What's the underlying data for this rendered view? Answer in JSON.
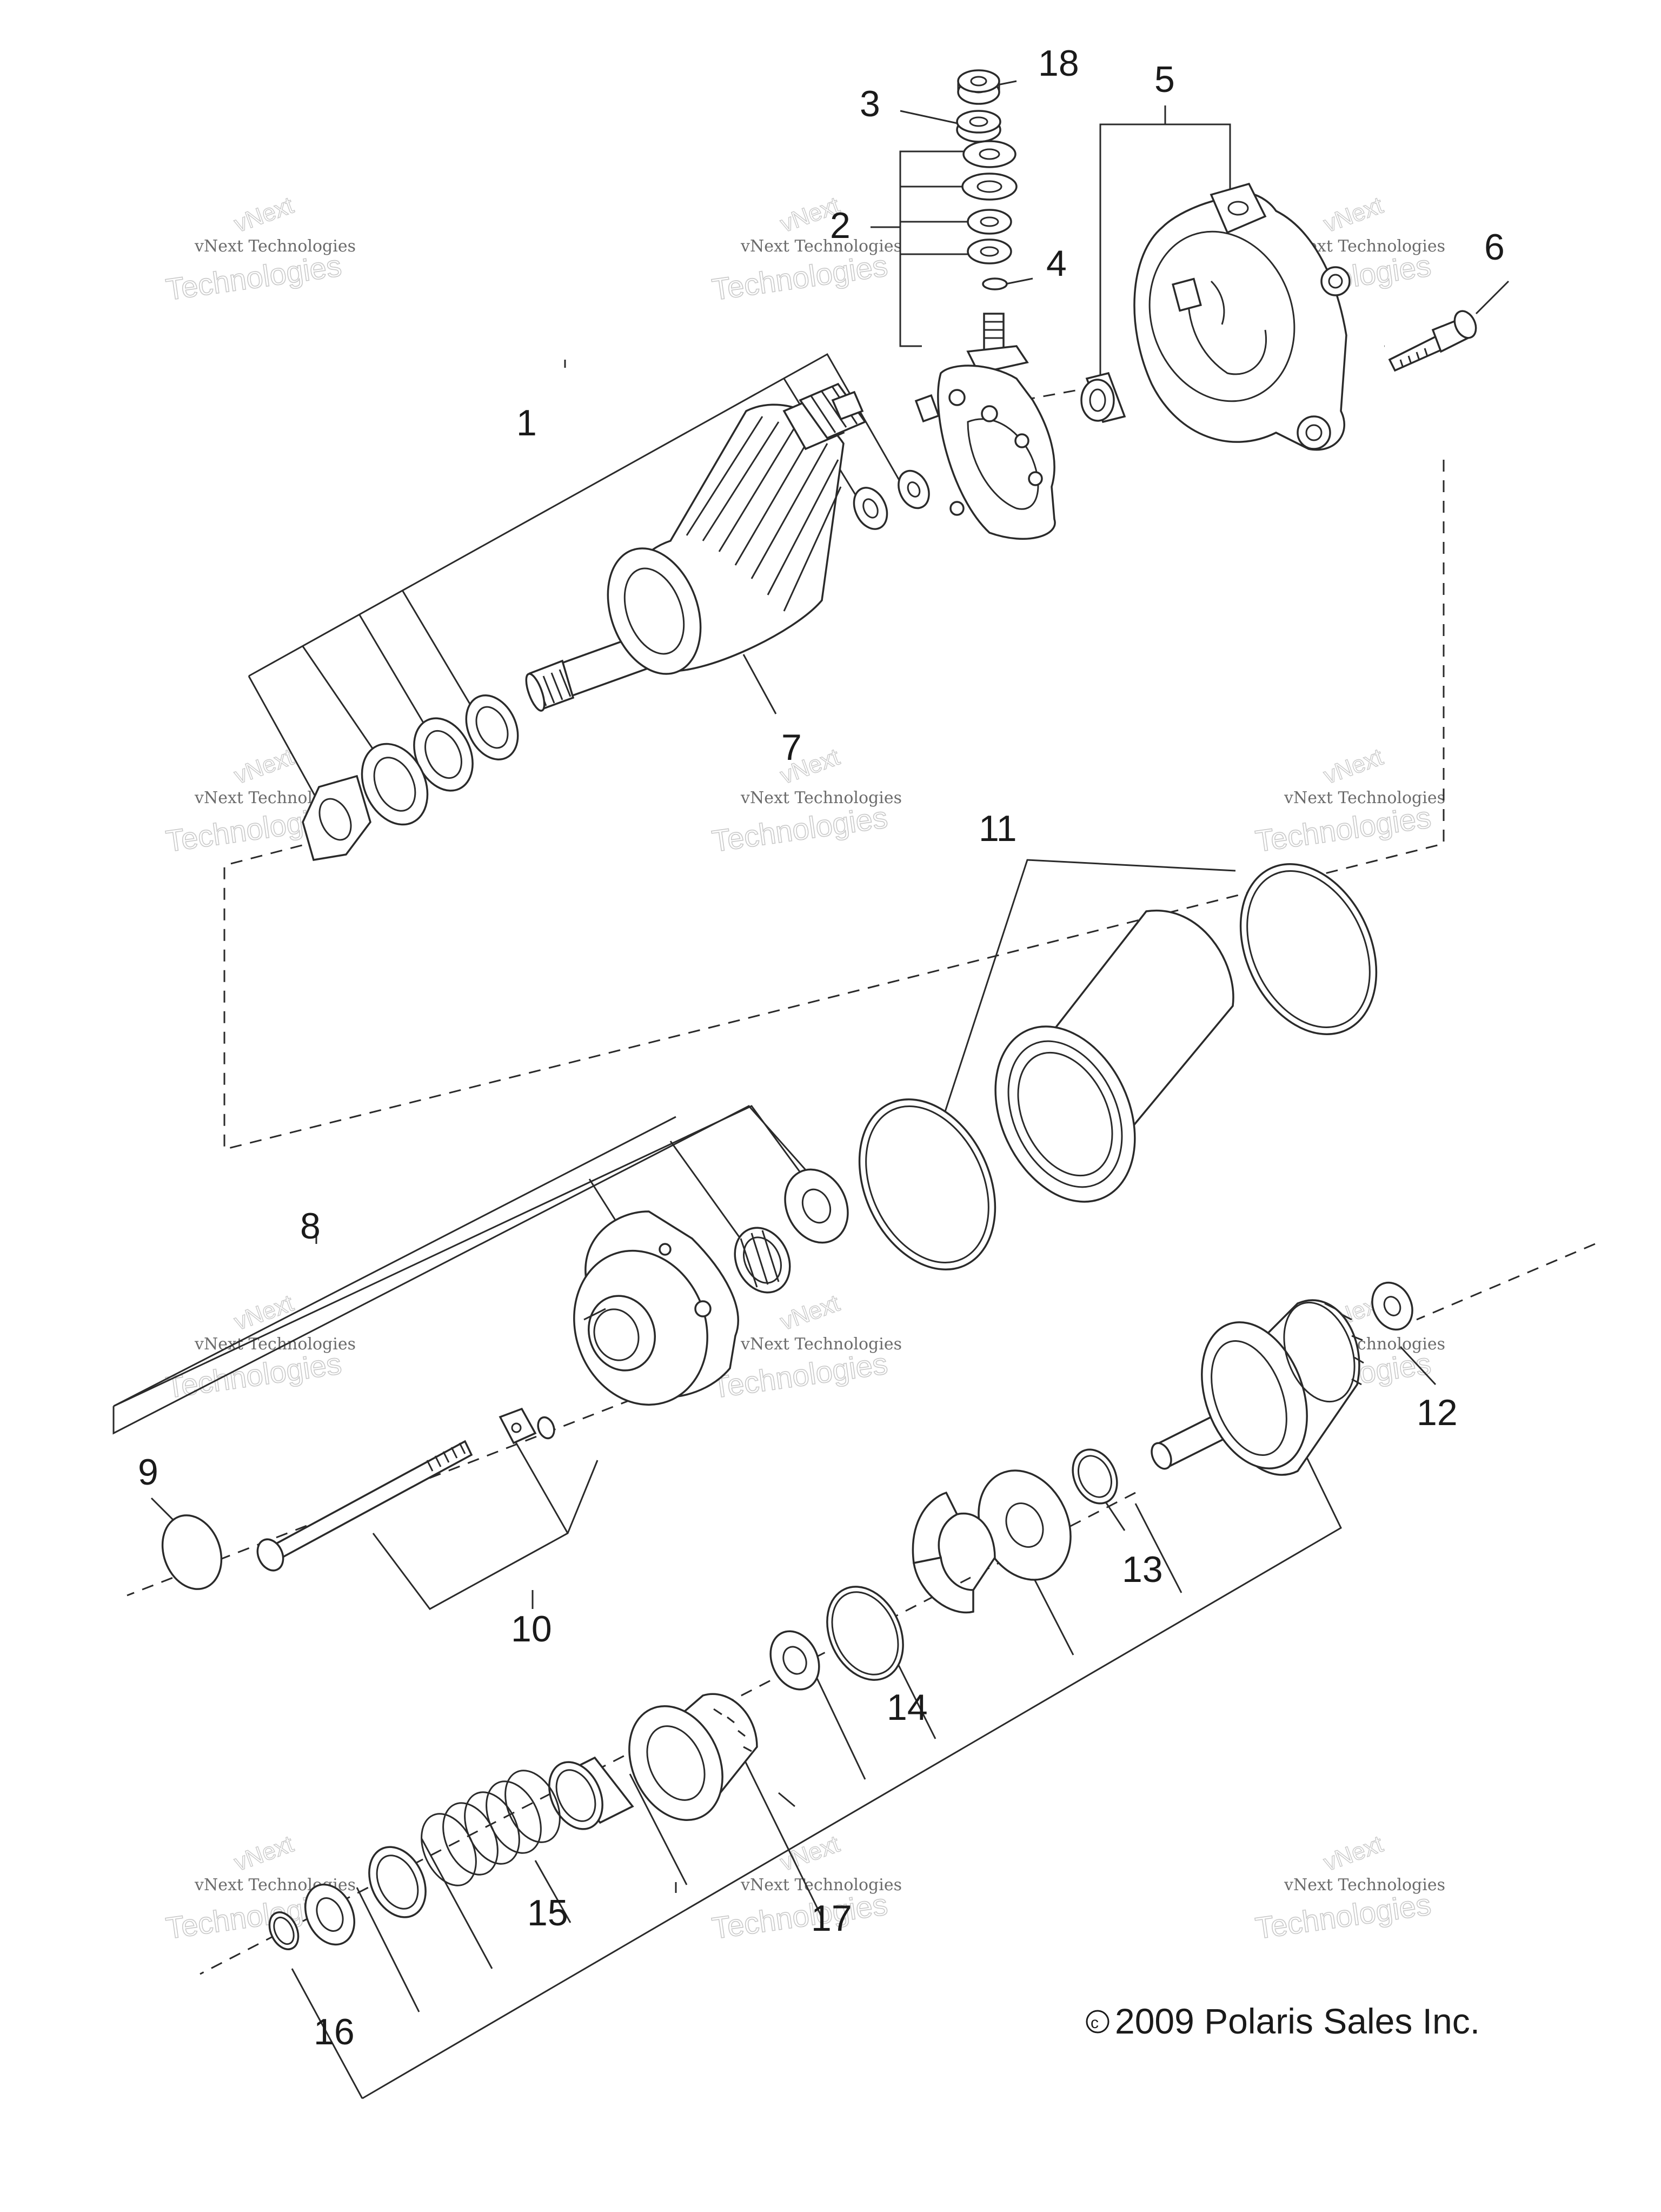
{
  "diagram": {
    "callouts": [
      {
        "id": "1",
        "text": "1"
      },
      {
        "id": "2",
        "text": "2"
      },
      {
        "id": "3",
        "text": "3"
      },
      {
        "id": "4",
        "text": "4"
      },
      {
        "id": "5",
        "text": "5"
      },
      {
        "id": "6",
        "text": "6"
      },
      {
        "id": "7",
        "text": "7"
      },
      {
        "id": "8",
        "text": "8"
      },
      {
        "id": "9",
        "text": "9"
      },
      {
        "id": "10",
        "text": "10"
      },
      {
        "id": "11",
        "text": "11"
      },
      {
        "id": "12",
        "text": "12"
      },
      {
        "id": "13",
        "text": "13"
      },
      {
        "id": "14",
        "text": "14"
      },
      {
        "id": "15",
        "text": "15"
      },
      {
        "id": "16",
        "text": "16"
      },
      {
        "id": "17",
        "text": "17"
      },
      {
        "id": "18",
        "text": "18"
      }
    ],
    "watermark": {
      "line1": "vNext Technologies",
      "line2": "Technologies",
      "overlay": "vNext"
    },
    "copyright": "2009 Polaris Sales Inc.",
    "copyright_symbol": "©"
  }
}
